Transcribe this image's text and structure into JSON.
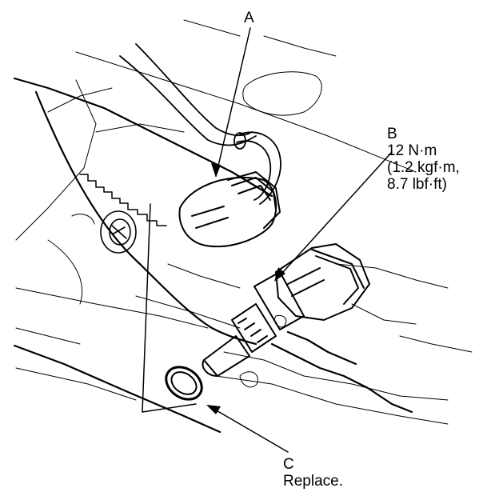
{
  "callouts": {
    "a": {
      "letter": "A"
    },
    "b": {
      "letter": "B",
      "torque_nm": "12 N·m",
      "torque_kgf": "(1.2 kgf·m,",
      "torque_lbf": "8.7 lbf·ft)"
    },
    "c": {
      "letter": "C",
      "note": "Replace."
    }
  },
  "colors": {
    "line": "#000000",
    "background": "#ffffff"
  }
}
